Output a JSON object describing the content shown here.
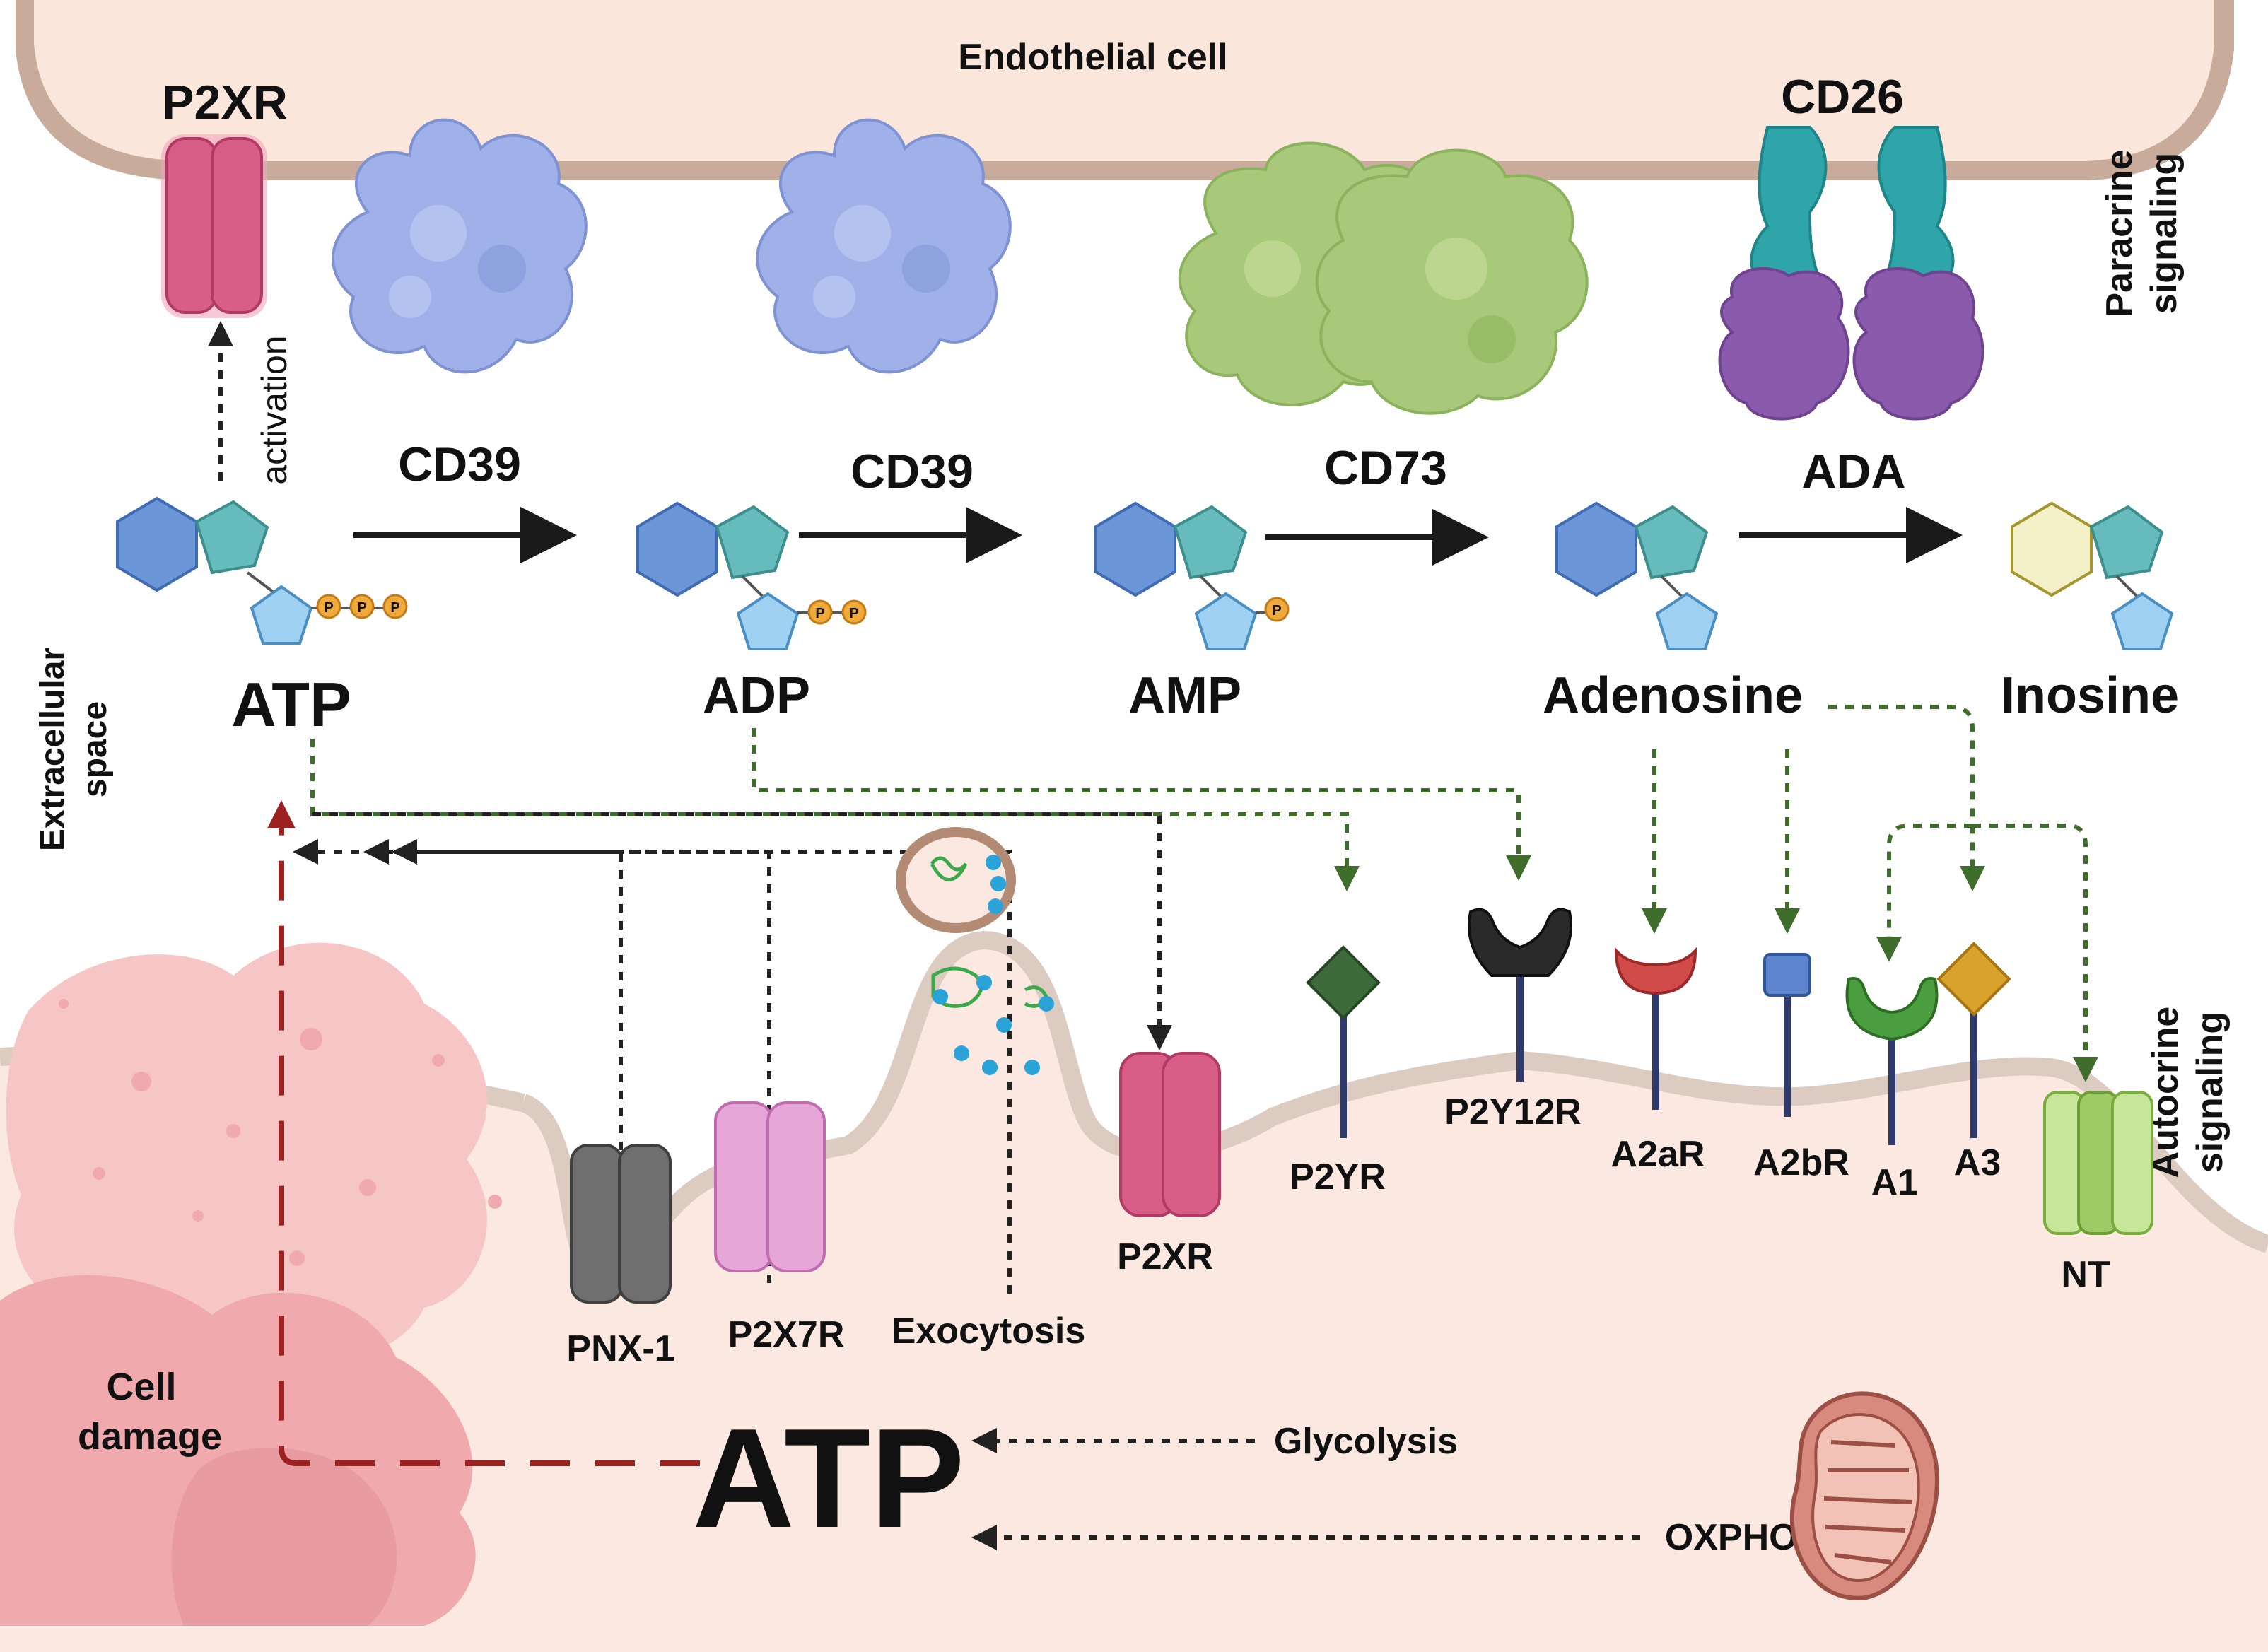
{
  "regions": {
    "endothelial": "Endothelial cell",
    "extracellular": [
      "Extracellular",
      "space"
    ],
    "paracrine": [
      "Paracrine",
      "signaling"
    ],
    "autocrine": [
      "Autocrine",
      "signaling"
    ],
    "cell_damage": [
      "Cell",
      "damage"
    ]
  },
  "enzymes": {
    "cd39_a": "CD39",
    "cd39_b": "CD39",
    "cd73": "CD73",
    "ada": "ADA",
    "cd26": "CD26"
  },
  "molecules": {
    "atp": "ATP",
    "adp": "ADP",
    "amp": "AMP",
    "adenosine": "Adenosine",
    "inosine": "Inosine",
    "phosphate": "P"
  },
  "top_receptor": {
    "label": "P2XR",
    "activation": "activation"
  },
  "membrane_proteins": {
    "pnx1": "PNX-1",
    "p2x7r": "P2X7R",
    "exocytosis": "Exocytosis",
    "p2xr": "P2XR",
    "p2yr": "P2YR",
    "p2y12r": "P2Y12R",
    "a2ar": "A2aR",
    "a2br": "A2bR",
    "a1": "A1",
    "a3": "A3",
    "nt": "NT"
  },
  "intracellular": {
    "atp": "ATP",
    "glycolysis": "Glycolysis",
    "oxphos": "OXPHOS"
  },
  "colors": {
    "membrane_top": "#c9ab9b",
    "cell_fill": "#fbe8e0",
    "cd39": "#9fb1e8",
    "cd73": "#a9c97a",
    "cd26": "#2ea5a9",
    "ada_protein": "#8a5bac",
    "p2xr": "#d95e87",
    "p2x7r": "#e6a6d8",
    "pnx1": "#6f6f6f",
    "p2yr": "#3d6b3a",
    "p2y12r": "#2a2a2a",
    "a2ar": "#d24b4b",
    "a2br": "#5d84cf",
    "a1": "#4a9e3f",
    "a3": "#d9a22b",
    "nt": "#b4dc82",
    "adenine_hex": "#6b97d8",
    "adenine_pent": "#66bcbc",
    "ribose": "#9fd2f2",
    "phosphate": "#f0a93b",
    "hypoxanthine": "#f4f1c8",
    "green_arrow": "#3f6d2b",
    "red_arrow": "#9c2222"
  }
}
